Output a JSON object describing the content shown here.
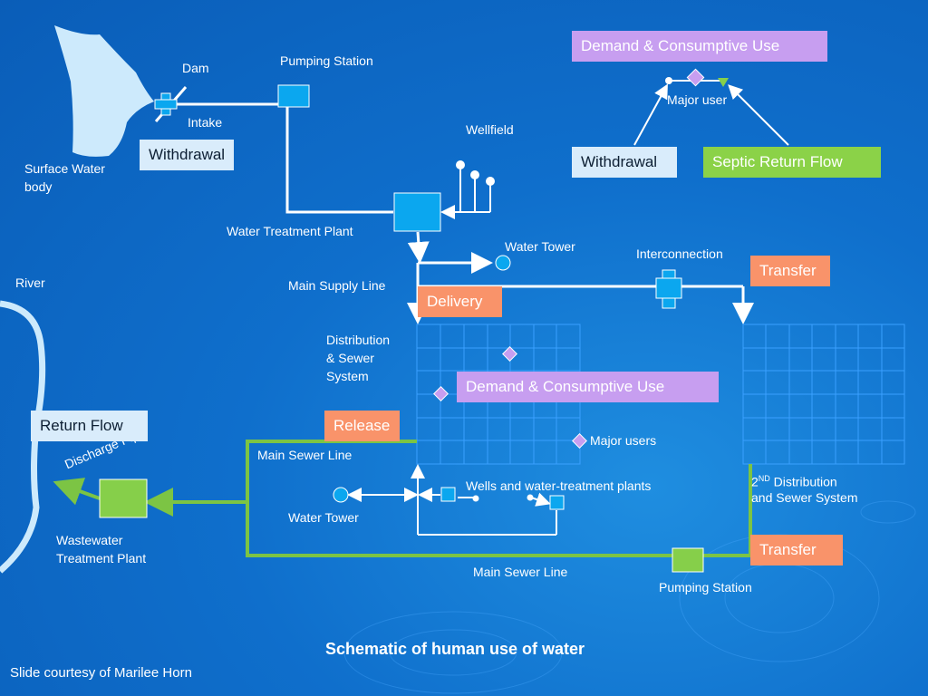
{
  "title": "Schematic of human use of water",
  "credit": "Slide courtesy of Marilee Horn",
  "labels": {
    "dam": "Dam",
    "pumping_station_top": "Pumping Station",
    "intake": "Intake",
    "surface_water_body": "Surface Water\nbody",
    "wellfield": "Wellfield",
    "water_treatment_plant": "Water Treatment Plant",
    "water_tower_top": "Water Tower",
    "interconnection": "Interconnection",
    "river": "River",
    "main_supply_line": "Main Supply Line",
    "distribution_sewer_system": "Distribution\n& Sewer\nSystem",
    "major_users": "Major users",
    "main_sewer_line_left": "Main Sewer Line",
    "wells_and_plants": "Wells and water-treatment plants",
    "water_tower_bottom": "Water Tower",
    "discharge_pipe": "Discharge Pipe",
    "wastewater_treatment_plant": "Wastewater\nTreatment Plant",
    "second_distribution_prefix": "2",
    "second_distribution_sup": "ND",
    "second_distribution_suffix": " Distribution",
    "second_distribution_line2": "and Sewer System",
    "main_sewer_line_bottom": "Main Sewer Line",
    "pumping_station_bottom": "Pumping Station",
    "major_user": "Major user"
  },
  "boxes": {
    "withdrawal_left": "Withdrawal",
    "demand_top": "Demand & Consumptive Use",
    "withdrawal_legend": "Withdrawal",
    "septic_return_flow": "Septic Return Flow",
    "transfer_top": "Transfer",
    "delivery": "Delivery",
    "demand_center": "Demand & Consumptive Use",
    "return_flow": "Return Flow",
    "release": "Release",
    "transfer_bottom": "Transfer"
  },
  "colors": {
    "background": "#0f6fcc",
    "pipe": "#ffffff",
    "sewer": "#7cc444",
    "facility_blue": "#0ba7ef",
    "facility_green": "#86cf4a",
    "major_user_diamond": "#c79ef0",
    "grid": "#3aa0ff",
    "lake": "#cdeafc"
  }
}
